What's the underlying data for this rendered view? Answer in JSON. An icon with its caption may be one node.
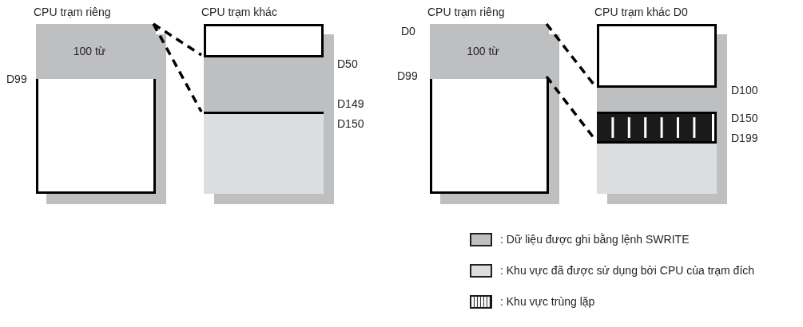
{
  "diagram": {
    "nodes": [
      {
        "text": [
          "CPU trạm riêng"
        ]
      },
      {
        "text": [
          "100 từ"
        ],
        "in": 0
      },
      {
        "text": [
          "CPU trạm khác"
        ]
      },
      {
        "text": [],
        "shape": "bar",
        "in": 2
      },
      {
        "text": [],
        "shape": "bar",
        "in": 2
      },
      {
        "text": [
          "CPU trạm riêng"
        ]
      },
      {
        "text": [
          "100 từ"
        ],
        "in": 5
      },
      {
        "text": [
          "CPU trạm khác D0"
        ]
      },
      {
        "text": [],
        "shape": "bar",
        "in": 7
      },
      {
        "text": [],
        "shape": "bar",
        "in": 7
      },
      {
        "text": [],
        "shape": "bar",
        "in": 7
      }
    ],
    "edges": [
      {
        "from": 1,
        "to": 3,
        "arrow": "none",
        "style": "dashed"
      },
      {
        "from": 1,
        "to": 4,
        "arrow": "none",
        "style": "dashed"
      },
      {
        "from": 6,
        "to": 8,
        "arrow": "none",
        "style": "dashed"
      },
      {
        "from": 6,
        "to": 9,
        "arrow": "none",
        "style": "dashed"
      }
    ],
    "labels": [
      "D99",
      "D50",
      "D149",
      "D150",
      "D0",
      "D99",
      "D100",
      "D150",
      "D199"
    ],
    "legend": [
      {
        "text": ": Dữ liệu được ghi bằng lệnh SWRITE",
        "color": "#bebfc1"
      },
      {
        "text": ": Khu vực đã được sử dụng bởi CPU của trạm đích",
        "color": "#dcdddf"
      },
      {
        "text": ": Khu vực trùng lặp"
      }
    ]
  }
}
